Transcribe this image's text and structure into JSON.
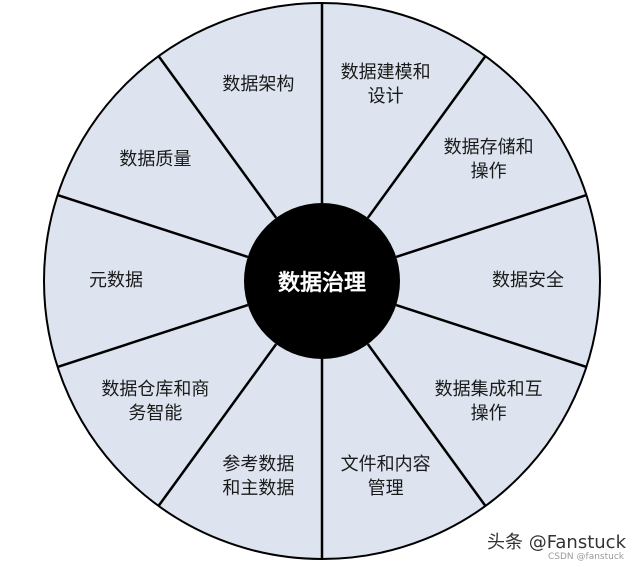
{
  "diagram": {
    "center_label": "数据治理",
    "segments": [
      {
        "label": "数据建模和\n设计"
      },
      {
        "label": "数据存储和\n操作"
      },
      {
        "label": "数据安全"
      },
      {
        "label": "数据集成和互\n操作"
      },
      {
        "label": "文件和内容\n管理"
      },
      {
        "label": "参考数据\n和主数据"
      },
      {
        "label": "数据仓库和商\n务智能"
      },
      {
        "label": "元数据"
      },
      {
        "label": "数据质量"
      },
      {
        "label": "数据架构"
      }
    ],
    "colors": {
      "segment_fill": "#dde4ef",
      "outline": "#000000",
      "center_fill": "#000000"
    }
  },
  "watermark": {
    "main": "头条 @Fanstuck",
    "sub": "CSDN @fanstuck"
  }
}
